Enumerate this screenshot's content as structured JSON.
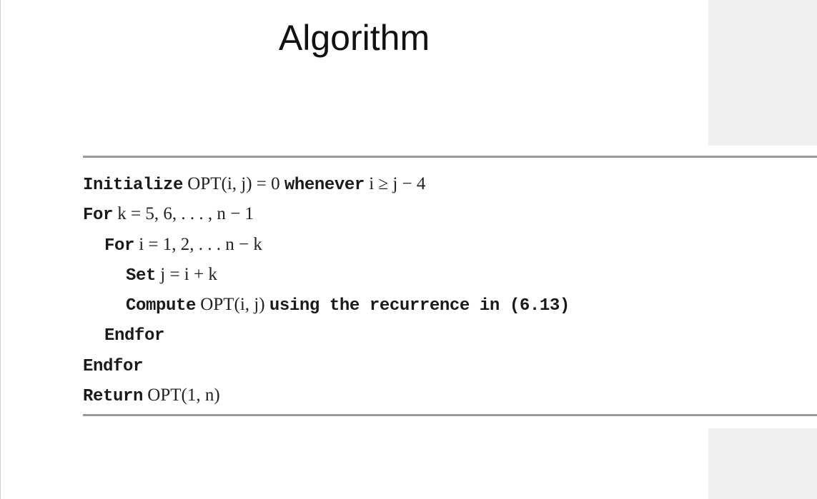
{
  "slide": {
    "title": "Algorithm"
  },
  "algorithm": {
    "lines": [
      {
        "indent": 0,
        "kw1": "Initialize",
        "m1": " OPT(i, j) = 0 ",
        "kw2": "whenever",
        "m2": " i ≥ j − 4"
      },
      {
        "indent": 0,
        "kw1": "For",
        "m1": " k = 5,  6, . . . , n − 1"
      },
      {
        "indent": 1,
        "kw1": "For",
        "m1": " i = 1, 2, . . . n − k"
      },
      {
        "indent": 2,
        "kw1": "Set",
        "m1": " j = i + k"
      },
      {
        "indent": 2,
        "kw1": "Compute",
        "m1": " OPT(i, j) ",
        "kw2": "using the recurrence in (6.13)"
      },
      {
        "indent": 1,
        "kw1": "Endfor"
      },
      {
        "indent": 0,
        "kw1": "Endfor"
      },
      {
        "indent": 0,
        "kw1": "Return",
        "m1": " OPT(1, n)"
      }
    ]
  },
  "colors": {
    "background": "#ffffff",
    "side_panel": "#f0f0f0",
    "rule": "#9a9a9a",
    "text": "#1a1a1a"
  }
}
